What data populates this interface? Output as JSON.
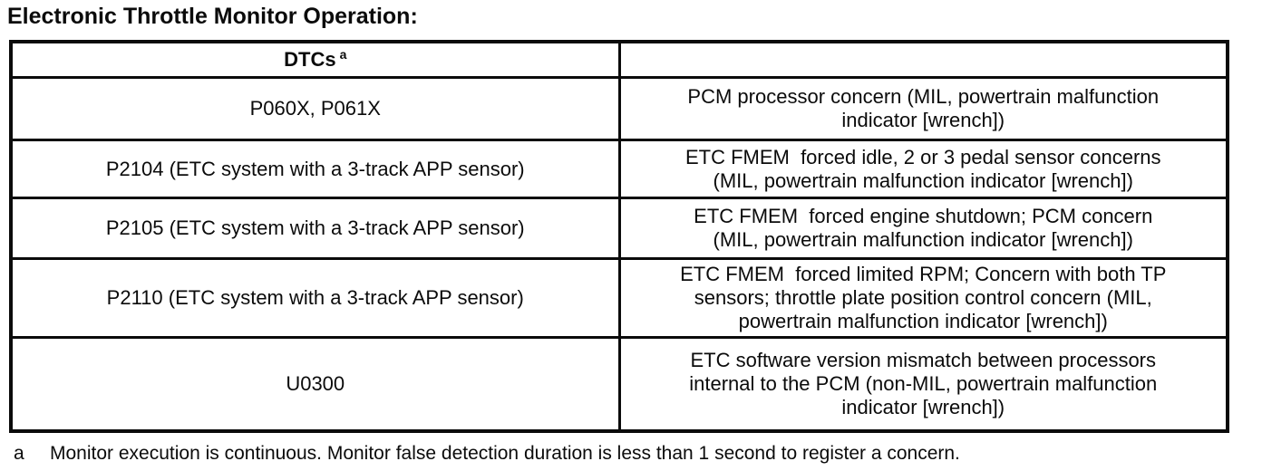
{
  "page": {
    "title": "Electronic Throttle Monitor Operation:"
  },
  "table": {
    "header": {
      "dtcs_label": "DTCs",
      "dtcs_footnote_marker": "a",
      "description_label": ""
    },
    "rows": [
      {
        "dtc": "P060X, P061X",
        "description": "PCM processor concern (MIL, powertrain malfunction\nindicator [wrench])"
      },
      {
        "dtc": "P2104 (ETC system with a 3-track APP sensor)",
        "description": "ETC FMEM  forced idle, 2 or 3 pedal sensor concerns\n(MIL, powertrain malfunction indicator [wrench])"
      },
      {
        "dtc": "P2105 (ETC system with a 3-track APP sensor)",
        "description": "ETC FMEM  forced engine shutdown; PCM concern\n(MIL, powertrain malfunction indicator [wrench])"
      },
      {
        "dtc": "P2110 (ETC system with a 3-track APP sensor)",
        "description": "ETC FMEM  forced limited RPM; Concern with both TP\nsensors; throttle plate position control concern (MIL,\npowertrain malfunction indicator [wrench])"
      },
      {
        "dtc": "U0300",
        "description": "ETC software version mismatch between processors\ninternal to the PCM (non-MIL, powertrain malfunction\nindicator [wrench])"
      }
    ],
    "footnote": {
      "marker": "a",
      "text": "Monitor execution is continuous. Monitor false detection duration is less than 1 second to register a concern."
    }
  },
  "colors": {
    "ink": "#0b0b0b",
    "paper": "#ffffff"
  }
}
